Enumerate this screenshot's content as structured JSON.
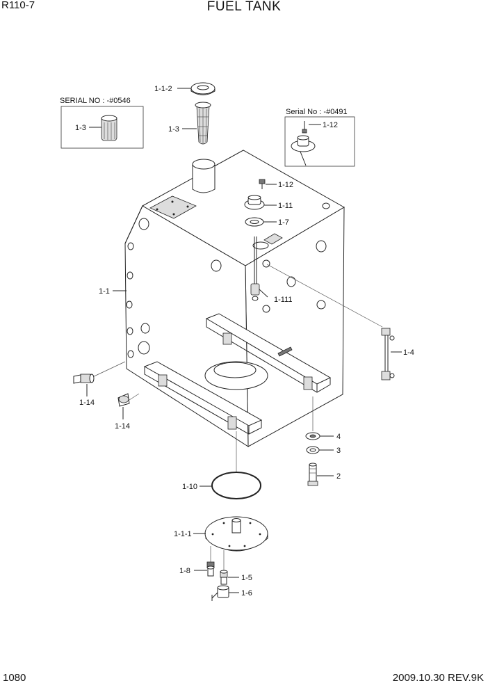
{
  "header": {
    "model": "R110-7",
    "title": "FUEL TANK"
  },
  "footer": {
    "page": "1080",
    "date_rev": "2009.10.30  REV.9K"
  },
  "insets": {
    "serial_left": "SERIAL NO : -#0546",
    "serial_right": "Serial No : -#0491"
  },
  "labels": {
    "p1_1_2": "1-1-2",
    "p1_3_top": "1-3",
    "p1_3_inset": "1-3",
    "p1_12_inset": "1-12",
    "p1_12": "1-12",
    "p1_11": "1-11",
    "p1_7": "1-7",
    "p1_111": "1-111",
    "p1_1": "1-1",
    "p1_4": "1-4",
    "p1_14_a": "1-14",
    "p1_14_b": "1-14",
    "p4": "4",
    "p3": "3",
    "p2": "2",
    "p1_10": "1-10",
    "p1_1_1": "1-1-1",
    "p1_8": "1-8",
    "p1_5": "1-5",
    "p1_6": "1-6"
  }
}
